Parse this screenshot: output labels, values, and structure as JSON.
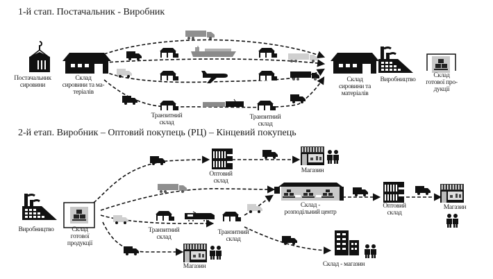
{
  "stage1": {
    "title": "1-й стап. Постачальник - Виробник",
    "nodes": {
      "supplier": [
        "Постачальник",
        "сировини"
      ],
      "raw_warehouse_left": [
        "Склад",
        "сировини та ма-",
        "теріалів"
      ],
      "transit_1": [
        "Транзитний",
        "склад"
      ],
      "transit_2": [
        "Транзитний",
        "склад"
      ],
      "raw_warehouse_right": [
        "Склад",
        "сировини та",
        "матеріалів"
      ],
      "production": [
        "Виробництво"
      ],
      "finished_goods": [
        "Склад",
        "готової про-",
        "дукції"
      ]
    },
    "icons": [
      "container-crane-icon",
      "warehouse-icon",
      "truck-trailer-icon",
      "delivery-van-icon",
      "small-warehouse-icon",
      "cargo-ship-icon",
      "airplane-icon",
      "train-icon",
      "factory-icon",
      "boxes-icon"
    ]
  },
  "stage2": {
    "title": "2-й етап. Виробник – Оптовий покупець (РЦ) – Кінцевий покупець",
    "nodes": {
      "production": [
        "Виробництво"
      ],
      "finished_goods": [
        "Склад",
        "готової",
        "продукції"
      ],
      "wholesale_1": [
        "Оптовий",
        "склад"
      ],
      "shop_1": [
        "Магазин"
      ],
      "distribution_center": [
        "Склад -",
        "розподільний центр"
      ],
      "wholesale_2": [
        "Оптовий",
        "склад"
      ],
      "shop_2": [
        "Магазин"
      ],
      "transit_1": [
        "Транзитний",
        "склад"
      ],
      "transit_2": [
        "Транзитний",
        "склад"
      ],
      "shop_3": [
        "Магазин"
      ],
      "warehouse_store": [
        "Склад - магазин"
      ]
    },
    "icons": [
      "factory-icon",
      "boxes-icon",
      "delivery-van-icon",
      "truck-trailer-icon",
      "rack-warehouse-icon",
      "shop-icon",
      "customers-icon",
      "distribution-center-icon",
      "train-icon",
      "building-icon"
    ]
  },
  "colors": {
    "ink": "#111111",
    "gray_vehicle": "#9a9a9a",
    "light_vehicle": "#cfcfcf",
    "box_fill": "#c8c8c8"
  }
}
